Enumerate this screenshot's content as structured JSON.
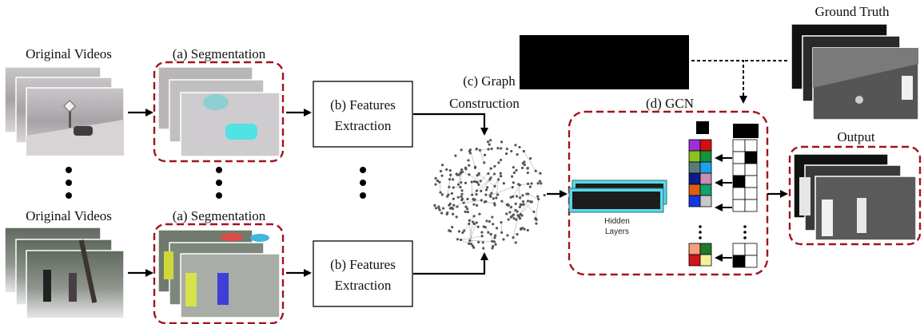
{
  "labels": {
    "original_videos_top": "Original Videos",
    "original_videos_bottom": "Original Videos",
    "segmentation_top": "(a) Segmentation",
    "segmentation_bottom": "(a) Segmentation",
    "features_line1": "(b) Features",
    "features_line2": "Extraction",
    "graph_line1": "(c) Graph",
    "graph_line2": "Construction",
    "gcn": "(d) GCN",
    "hidden_line1": "Hidden",
    "hidden_line2": "Layers",
    "ground_truth": "Ground Truth",
    "output": "Output"
  },
  "colors": {
    "dashed_box": "#a0141c",
    "hidden_layer": "#5ad8e8",
    "label_grid": [
      "#9b30d9",
      "#d10f0f",
      "#8dc21f",
      "#13933a",
      "#5a7b7c",
      "#1aa3e8",
      "#0c1c8c",
      "#c98fb7",
      "#e05b12",
      "#12a36b",
      "#1238e6",
      "#c8c8c8"
    ],
    "label_grid_bottom": [
      "#f4a07a",
      "#1f7a2e",
      "#d4121e",
      "#f3f09a"
    ]
  }
}
